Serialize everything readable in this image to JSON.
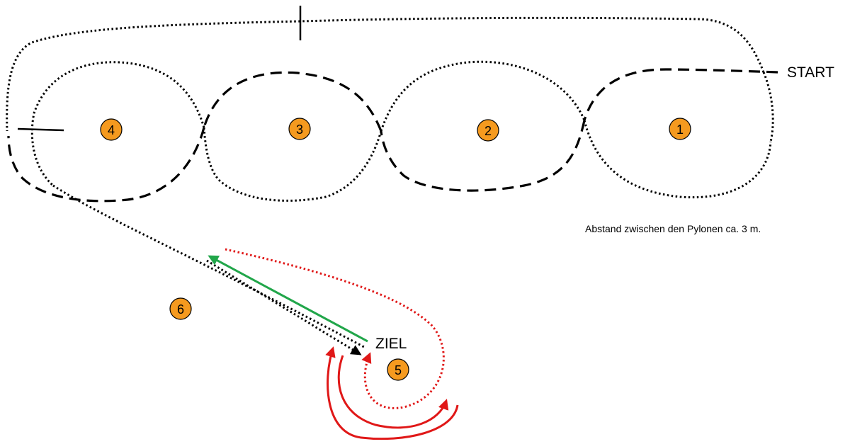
{
  "labels": {
    "start": "START",
    "finish": "ZIEL",
    "note": "Abstand zwischen den Pylonen ca. 3 m."
  },
  "pylons": [
    {
      "id": "1",
      "label": "1"
    },
    {
      "id": "2",
      "label": "2"
    },
    {
      "id": "3",
      "label": "3"
    },
    {
      "id": "4",
      "label": "4"
    },
    {
      "id": "5",
      "label": "5"
    },
    {
      "id": "6",
      "label": "6"
    }
  ],
  "colors": {
    "pylon_fill": "#f59a1f",
    "line": "#000000",
    "red_path": "#e01818",
    "green_path": "#21a64a"
  }
}
